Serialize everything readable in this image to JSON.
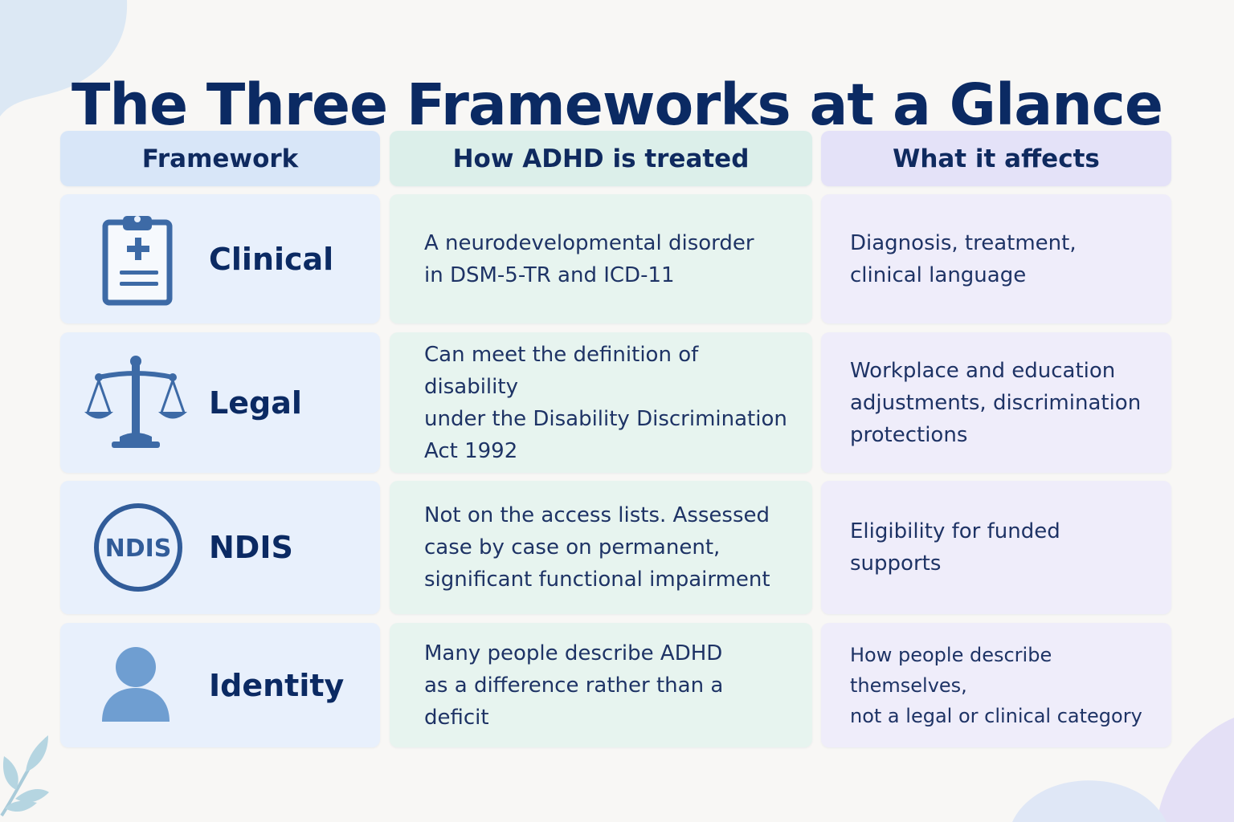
{
  "page": {
    "title": "The Three Frameworks at a Glance",
    "colors": {
      "background": "#f8f7f5",
      "title": "#0b2a63",
      "accent_icon": "#3d6aa6",
      "column_framework": "#e8f0fc",
      "column_treatment": "#e7f4ef",
      "column_affects": "#efedfa"
    }
  },
  "table": {
    "headers": {
      "framework": "Framework",
      "treatment": "How ADHD is treated",
      "affects": "What it affects"
    },
    "rows": [
      {
        "icon": "clipboard-medical-icon",
        "framework": "Clinical",
        "treatment": "A neurodevelopmental disorder\nin DSM-5-TR and ICD-11",
        "affects": "Diagnosis, treatment,\nclinical language"
      },
      {
        "icon": "scales-icon",
        "framework": "Legal",
        "treatment": "Can meet the definition of disability\nunder the Disability Discrimination\nAct 1992",
        "affects": "Workplace and education\nadjustments, discrimination\nprotections"
      },
      {
        "icon": "ndis-icon",
        "icon_text": "NDIS",
        "framework": "NDIS",
        "treatment": "Not on the access lists. Assessed\ncase by case on permanent,\nsignificant functional impairment",
        "affects": "Eligibility for funded\nsupports"
      },
      {
        "icon": "person-icon",
        "framework": "Identity",
        "treatment": "Many people describe ADHD\nas a difference rather than a deficit",
        "affects": "How people describe themselves,\nnot a legal or clinical category"
      }
    ]
  }
}
